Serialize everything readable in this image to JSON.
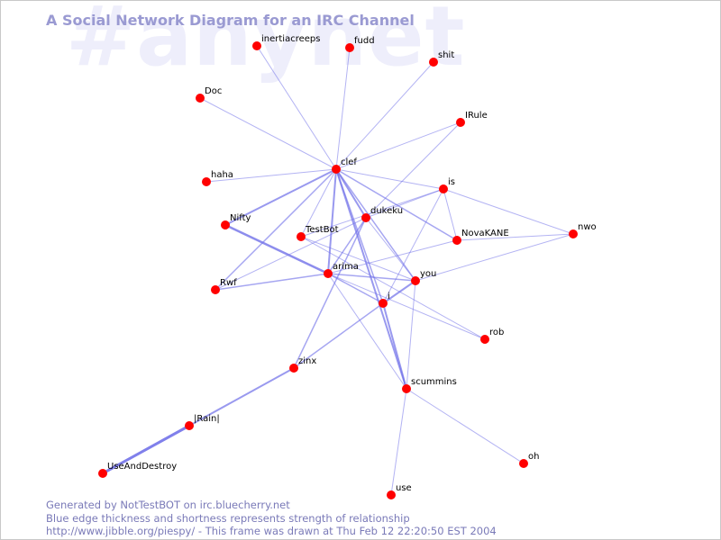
{
  "watermark": "#anynet",
  "title": "A Social Network Diagram for an IRC Channel",
  "footer": {
    "line1": "Generated by NotTestBOT on irc.bluecherry.net",
    "line2": "Blue edge thickness and shortness represents strength of relationship",
    "line3": "http://www.jibble.org/piespy/ - This frame was drawn at Thu Feb 12 22:20:50 EST 2004"
  },
  "colors": {
    "node": "#ff0000",
    "edge": "#7070e8",
    "title": "#9a9ad2",
    "watermark": "#eeeefb",
    "label": "#000000"
  },
  "nodes": [
    "inertiacreeps",
    "fudd",
    "shit",
    "Doc",
    "IRule",
    "clef",
    "haha",
    "is",
    "dukeku",
    "Nifty",
    "TestBot",
    "NovaKANE",
    "nwo",
    "arima",
    "you",
    "Rwf",
    "i",
    "rob",
    "zinx",
    "scummins",
    "|Rain|",
    "oh",
    "UseAndDestroy",
    "use"
  ],
  "edges": [
    {
      "a": "clef",
      "b": "inertiacreeps",
      "w": 1
    },
    {
      "a": "clef",
      "b": "fudd",
      "w": 1
    },
    {
      "a": "clef",
      "b": "shit",
      "w": 1
    },
    {
      "a": "clef",
      "b": "Doc",
      "w": 1
    },
    {
      "a": "clef",
      "b": "IRule",
      "w": 1
    },
    {
      "a": "clef",
      "b": "haha",
      "w": 1
    },
    {
      "a": "clef",
      "b": "is",
      "w": 1
    },
    {
      "a": "clef",
      "b": "Nifty",
      "w": 2
    },
    {
      "a": "clef",
      "b": "TestBot",
      "w": 1
    },
    {
      "a": "clef",
      "b": "dukeku",
      "w": 2
    },
    {
      "a": "clef",
      "b": "NovaKANE",
      "w": 1.5
    },
    {
      "a": "clef",
      "b": "arima",
      "w": 2
    },
    {
      "a": "clef",
      "b": "you",
      "w": 1.5
    },
    {
      "a": "clef",
      "b": "i",
      "w": 1.5
    },
    {
      "a": "clef",
      "b": "Rwf",
      "w": 1.5
    },
    {
      "a": "clef",
      "b": "scummins",
      "w": 2
    },
    {
      "a": "IRule",
      "b": "dukeku",
      "w": 1
    },
    {
      "a": "is",
      "b": "dukeku",
      "w": 1
    },
    {
      "a": "is",
      "b": "NovaKANE",
      "w": 1
    },
    {
      "a": "is",
      "b": "nwo",
      "w": 1
    },
    {
      "a": "is",
      "b": "TestBot",
      "w": 1
    },
    {
      "a": "is",
      "b": "i",
      "w": 1
    },
    {
      "a": "nwo",
      "b": "NovaKANE",
      "w": 1
    },
    {
      "a": "nwo",
      "b": "you",
      "w": 1
    },
    {
      "a": "dukeku",
      "b": "arima",
      "w": 1.5
    },
    {
      "a": "dukeku",
      "b": "Rwf",
      "w": 1
    },
    {
      "a": "dukeku",
      "b": "you",
      "w": 1
    },
    {
      "a": "dukeku",
      "b": "zinx",
      "w": 1.5
    },
    {
      "a": "Nifty",
      "b": "arima",
      "w": 2.5
    },
    {
      "a": "TestBot",
      "b": "you",
      "w": 1
    },
    {
      "a": "TestBot",
      "b": "rob",
      "w": 1
    },
    {
      "a": "arima",
      "b": "NovaKANE",
      "w": 1
    },
    {
      "a": "arima",
      "b": "Rwf",
      "w": 1.5
    },
    {
      "a": "arima",
      "b": "you",
      "w": 1.5
    },
    {
      "a": "arima",
      "b": "i",
      "w": 1.5
    },
    {
      "a": "arima",
      "b": "rob",
      "w": 1
    },
    {
      "a": "arima",
      "b": "scummins",
      "w": 1
    },
    {
      "a": "i",
      "b": "you",
      "w": 2
    },
    {
      "a": "i",
      "b": "scummins",
      "w": 2
    },
    {
      "a": "i",
      "b": "zinx",
      "w": 1.5
    },
    {
      "a": "you",
      "b": "scummins",
      "w": 1
    },
    {
      "a": "scummins",
      "b": "oh",
      "w": 1
    },
    {
      "a": "scummins",
      "b": "use",
      "w": 1
    },
    {
      "a": "zinx",
      "b": "|Rain|",
      "w": 2
    },
    {
      "a": "|Rain|",
      "b": "UseAndDestroy",
      "w": 3
    }
  ]
}
